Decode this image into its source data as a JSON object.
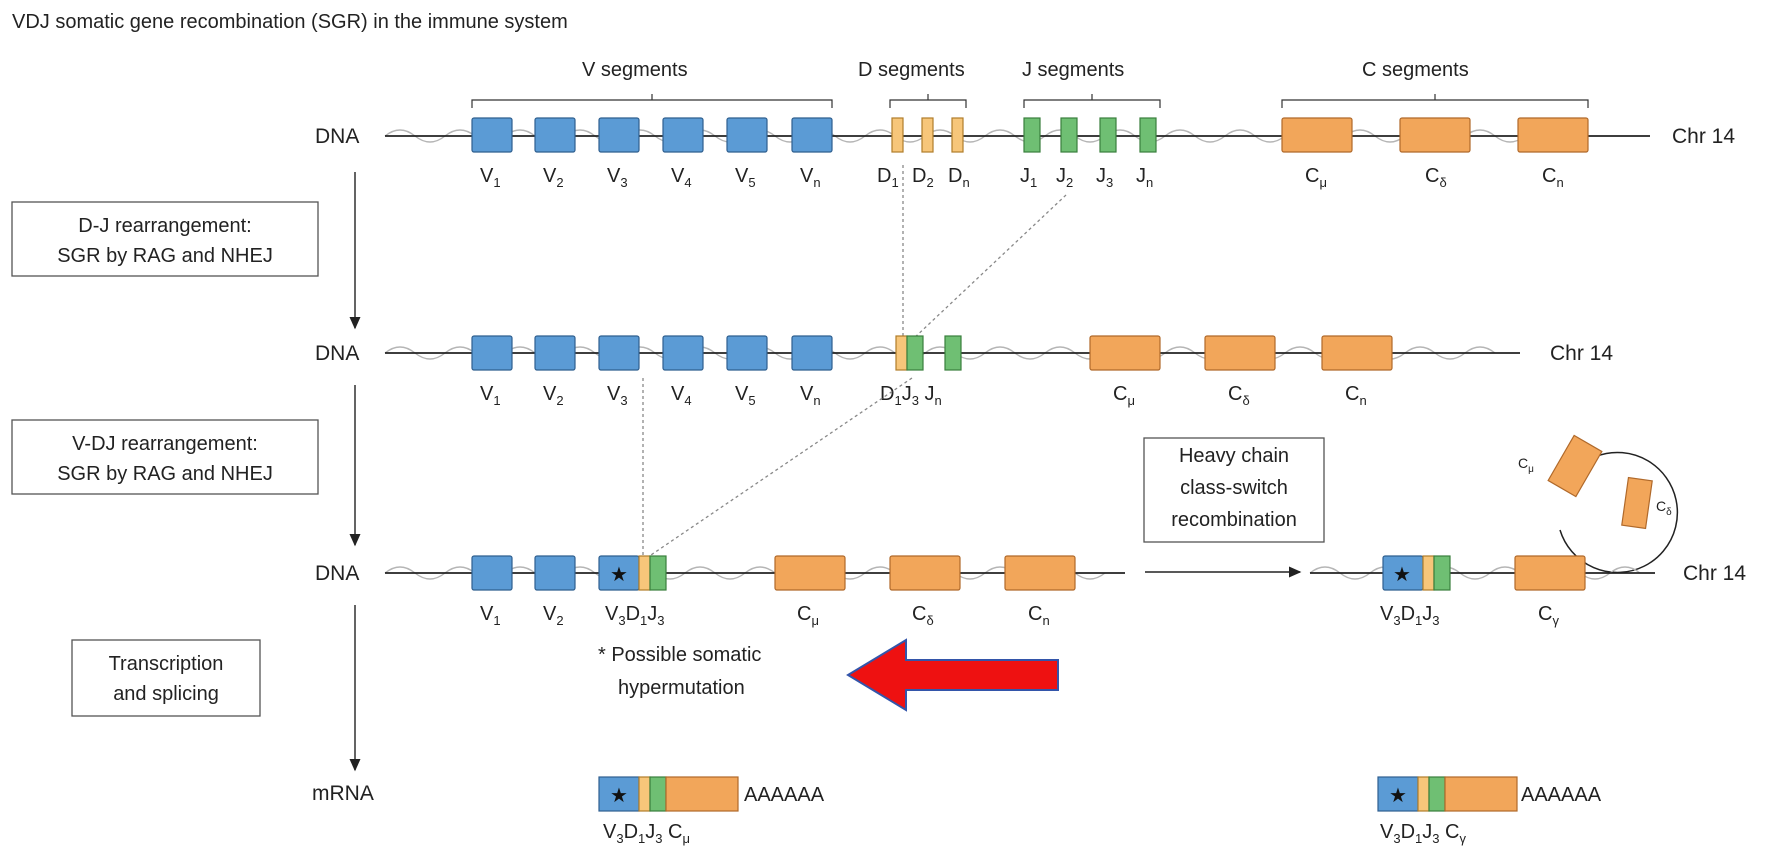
{
  "title": "VDJ somatic gene recombination (SGR) in the immune system",
  "row_labels": {
    "dna": "DNA",
    "mrna": "mRNA"
  },
  "chromosome": "Chr 14",
  "groups": {
    "v": "V segments",
    "d": "D segments",
    "j": "J segments",
    "c": "C segments"
  },
  "steps": [
    {
      "line1": "D-J rearrangement:",
      "line2": "SGR by RAG and NHEJ"
    },
    {
      "line1": "V-DJ rearrangement:",
      "line2": "SGR by RAG and NHEJ"
    },
    {
      "line1": "Transcription",
      "line2": "and splicing"
    }
  ],
  "class_switch": {
    "line1": "Heavy chain",
    "line2": "class-switch",
    "line3": "recombination"
  },
  "note": {
    "line1": "* Possible somatic",
    "line2": "hypermutation"
  },
  "poly_a": "AAAAAA",
  "star": "★",
  "colors": {
    "v": "#5b9bd5",
    "d": "#f7c67a",
    "j": "#6fbf73",
    "c": "#f2a65a",
    "highlight_arrow": "#ee1111"
  }
}
